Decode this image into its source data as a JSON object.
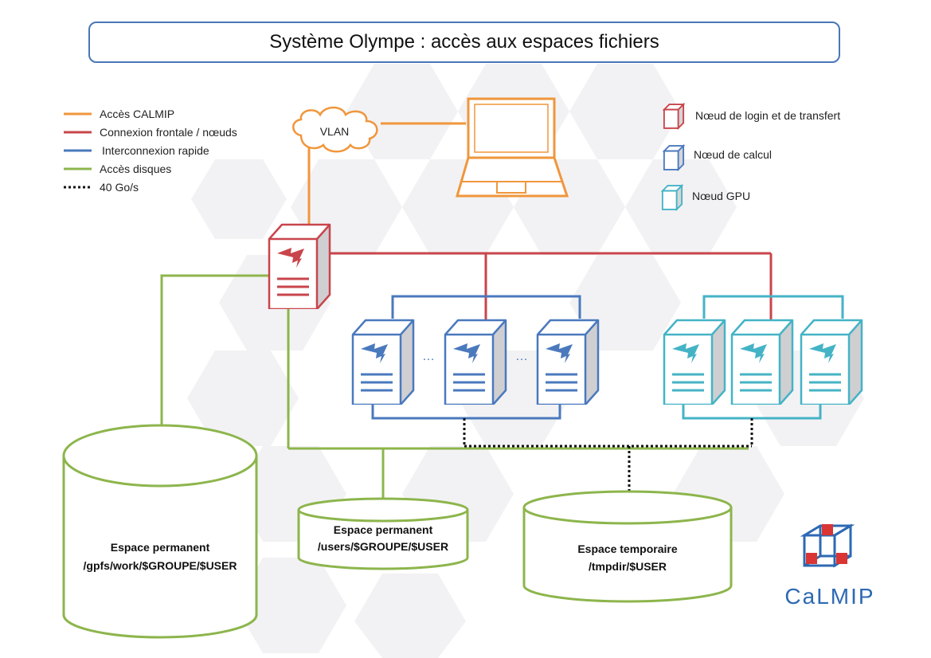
{
  "title": "Système Olympe : accès aux espaces fichiers",
  "legend": {
    "items": [
      {
        "label": "Accès CALMIP",
        "color": "#f0963c",
        "style": "solid"
      },
      {
        "label": "Connexion frontale / nœuds",
        "color": "#c8454b",
        "style": "solid"
      },
      {
        "label": "Interconnexion rapide",
        "color": "#4a79bd",
        "style": "solid"
      },
      {
        "label": "Accès disques",
        "color": "#8db54c",
        "style": "solid"
      },
      {
        "label": "40 Go/s",
        "color": "#111111",
        "style": "dotted"
      }
    ]
  },
  "node_legend": {
    "items": [
      {
        "label": "Nœud de login et de transfert",
        "color": "#c8454b"
      },
      {
        "label": "Nœud de calcul",
        "color": "#4a79bd"
      },
      {
        "label": "Nœud GPU",
        "color": "#45b3c6"
      }
    ]
  },
  "vlan_label": "VLAN",
  "ellipsis_1": "…",
  "ellipsis_2": "…",
  "storage": {
    "perm_gpfs": {
      "line1": "Espace permanent",
      "line2": "/gpfs/work/$GROUPE/$USER"
    },
    "perm_users": {
      "line1": "Espace permanent",
      "line2": "/users/$GROUPE/$USER"
    },
    "tmp": {
      "line1": "Espace temporaire",
      "line2": "/tmpdir/$USER"
    }
  },
  "logo_text": "CaLMIP",
  "colors": {
    "orange": "#f0963c",
    "red": "#c8454b",
    "blue": "#4a79bd",
    "cyan": "#45b3c6",
    "green": "#8db54c",
    "border_blue": "#4a76b8"
  }
}
